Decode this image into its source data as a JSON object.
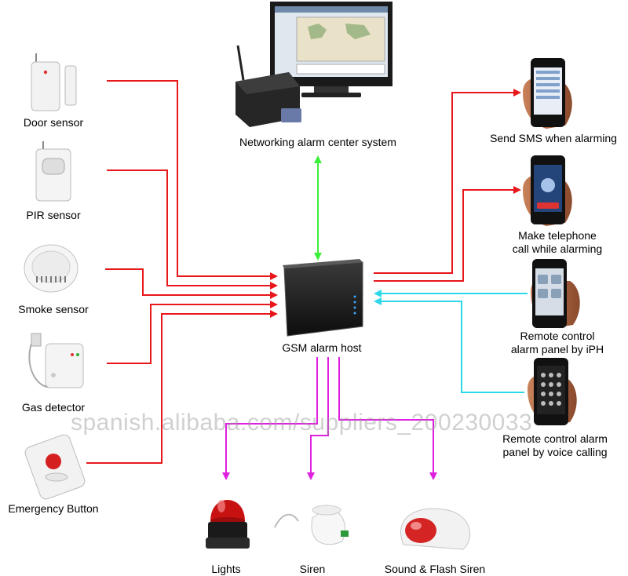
{
  "inputs": [
    {
      "id": "door",
      "label": "Door  sensor",
      "icon": "door-sensor-icon"
    },
    {
      "id": "pir",
      "label": "PIR  sensor",
      "icon": "pir-sensor-icon"
    },
    {
      "id": "smoke",
      "label": "Smoke sensor",
      "icon": "smoke-sensor-icon"
    },
    {
      "id": "gas",
      "label": "Gas detector",
      "icon": "gas-detector-icon"
    },
    {
      "id": "emergency",
      "label": "Emergency Button",
      "icon": "emergency-button-icon"
    }
  ],
  "center": {
    "label": "Networking alarm center system",
    "icon": "monitor-receiver-icon"
  },
  "host": {
    "label": "GSM alarm host",
    "icon": "alarm-host-icon"
  },
  "phones": [
    {
      "id": "sms",
      "line1": "Send SMS when alarming",
      "line2": "",
      "icon": "phone-sms-icon"
    },
    {
      "id": "call",
      "line1": "Make telephone",
      "line2": "call while alarming",
      "icon": "phone-call-icon"
    },
    {
      "id": "iph",
      "line1": "Remote control",
      "line2": "alarm panel by iPH",
      "icon": "phone-app-icon"
    },
    {
      "id": "voice",
      "line1": "Remote control alarm",
      "line2": "panel by voice calling",
      "icon": "phone-keypad-icon"
    }
  ],
  "outputs": [
    {
      "id": "lights",
      "label": "Lights",
      "icon": "strobe-light-icon"
    },
    {
      "id": "siren",
      "label": "Siren",
      "icon": "siren-icon"
    },
    {
      "id": "flash",
      "label": "Sound & Flash Siren",
      "icon": "flash-siren-icon"
    }
  ],
  "watermark": "spanish.alibaba.com/suppliers_200230033",
  "colors": {
    "input_lines": "#e8171c",
    "center_link": "#3cf03c",
    "phone_out": "#e8171c",
    "phone_in": "#2ed8e8",
    "output_lines": "#e020e0"
  }
}
